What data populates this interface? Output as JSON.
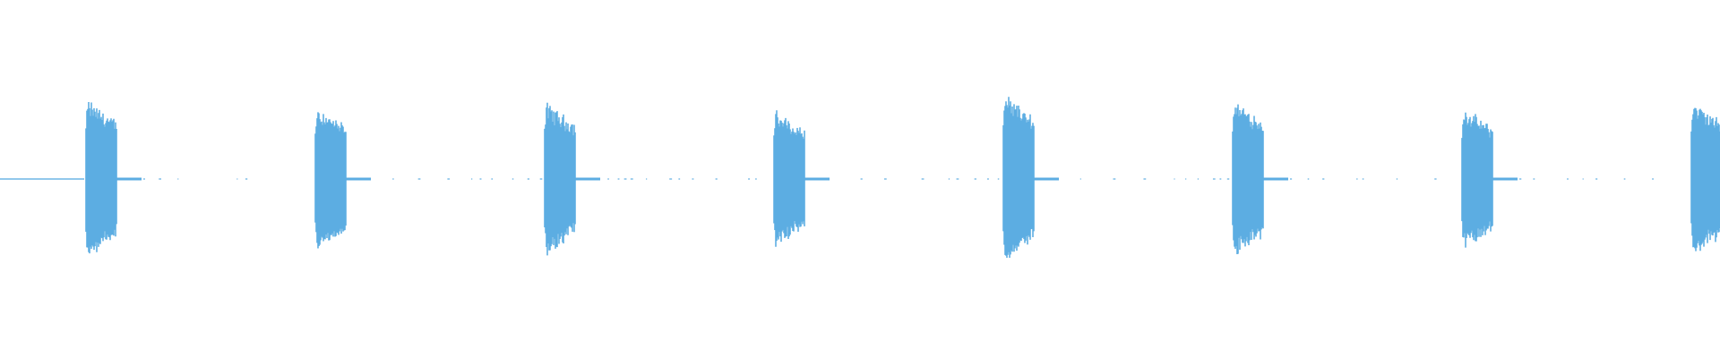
{
  "waveform": {
    "color": "#5DADE2",
    "background": "#FFFFFF",
    "burst_count": 8,
    "amplitude_range": [
      -1,
      1
    ],
    "bursts": [
      {
        "peak_amplitude": 0.46
      },
      {
        "peak_amplitude": 0.42
      },
      {
        "peak_amplitude": 0.44
      },
      {
        "peak_amplitude": 0.39
      },
      {
        "peak_amplitude": 0.48
      },
      {
        "peak_amplitude": 0.46
      },
      {
        "peak_amplitude": 0.41
      },
      {
        "peak_amplitude": 0.45
      }
    ]
  }
}
